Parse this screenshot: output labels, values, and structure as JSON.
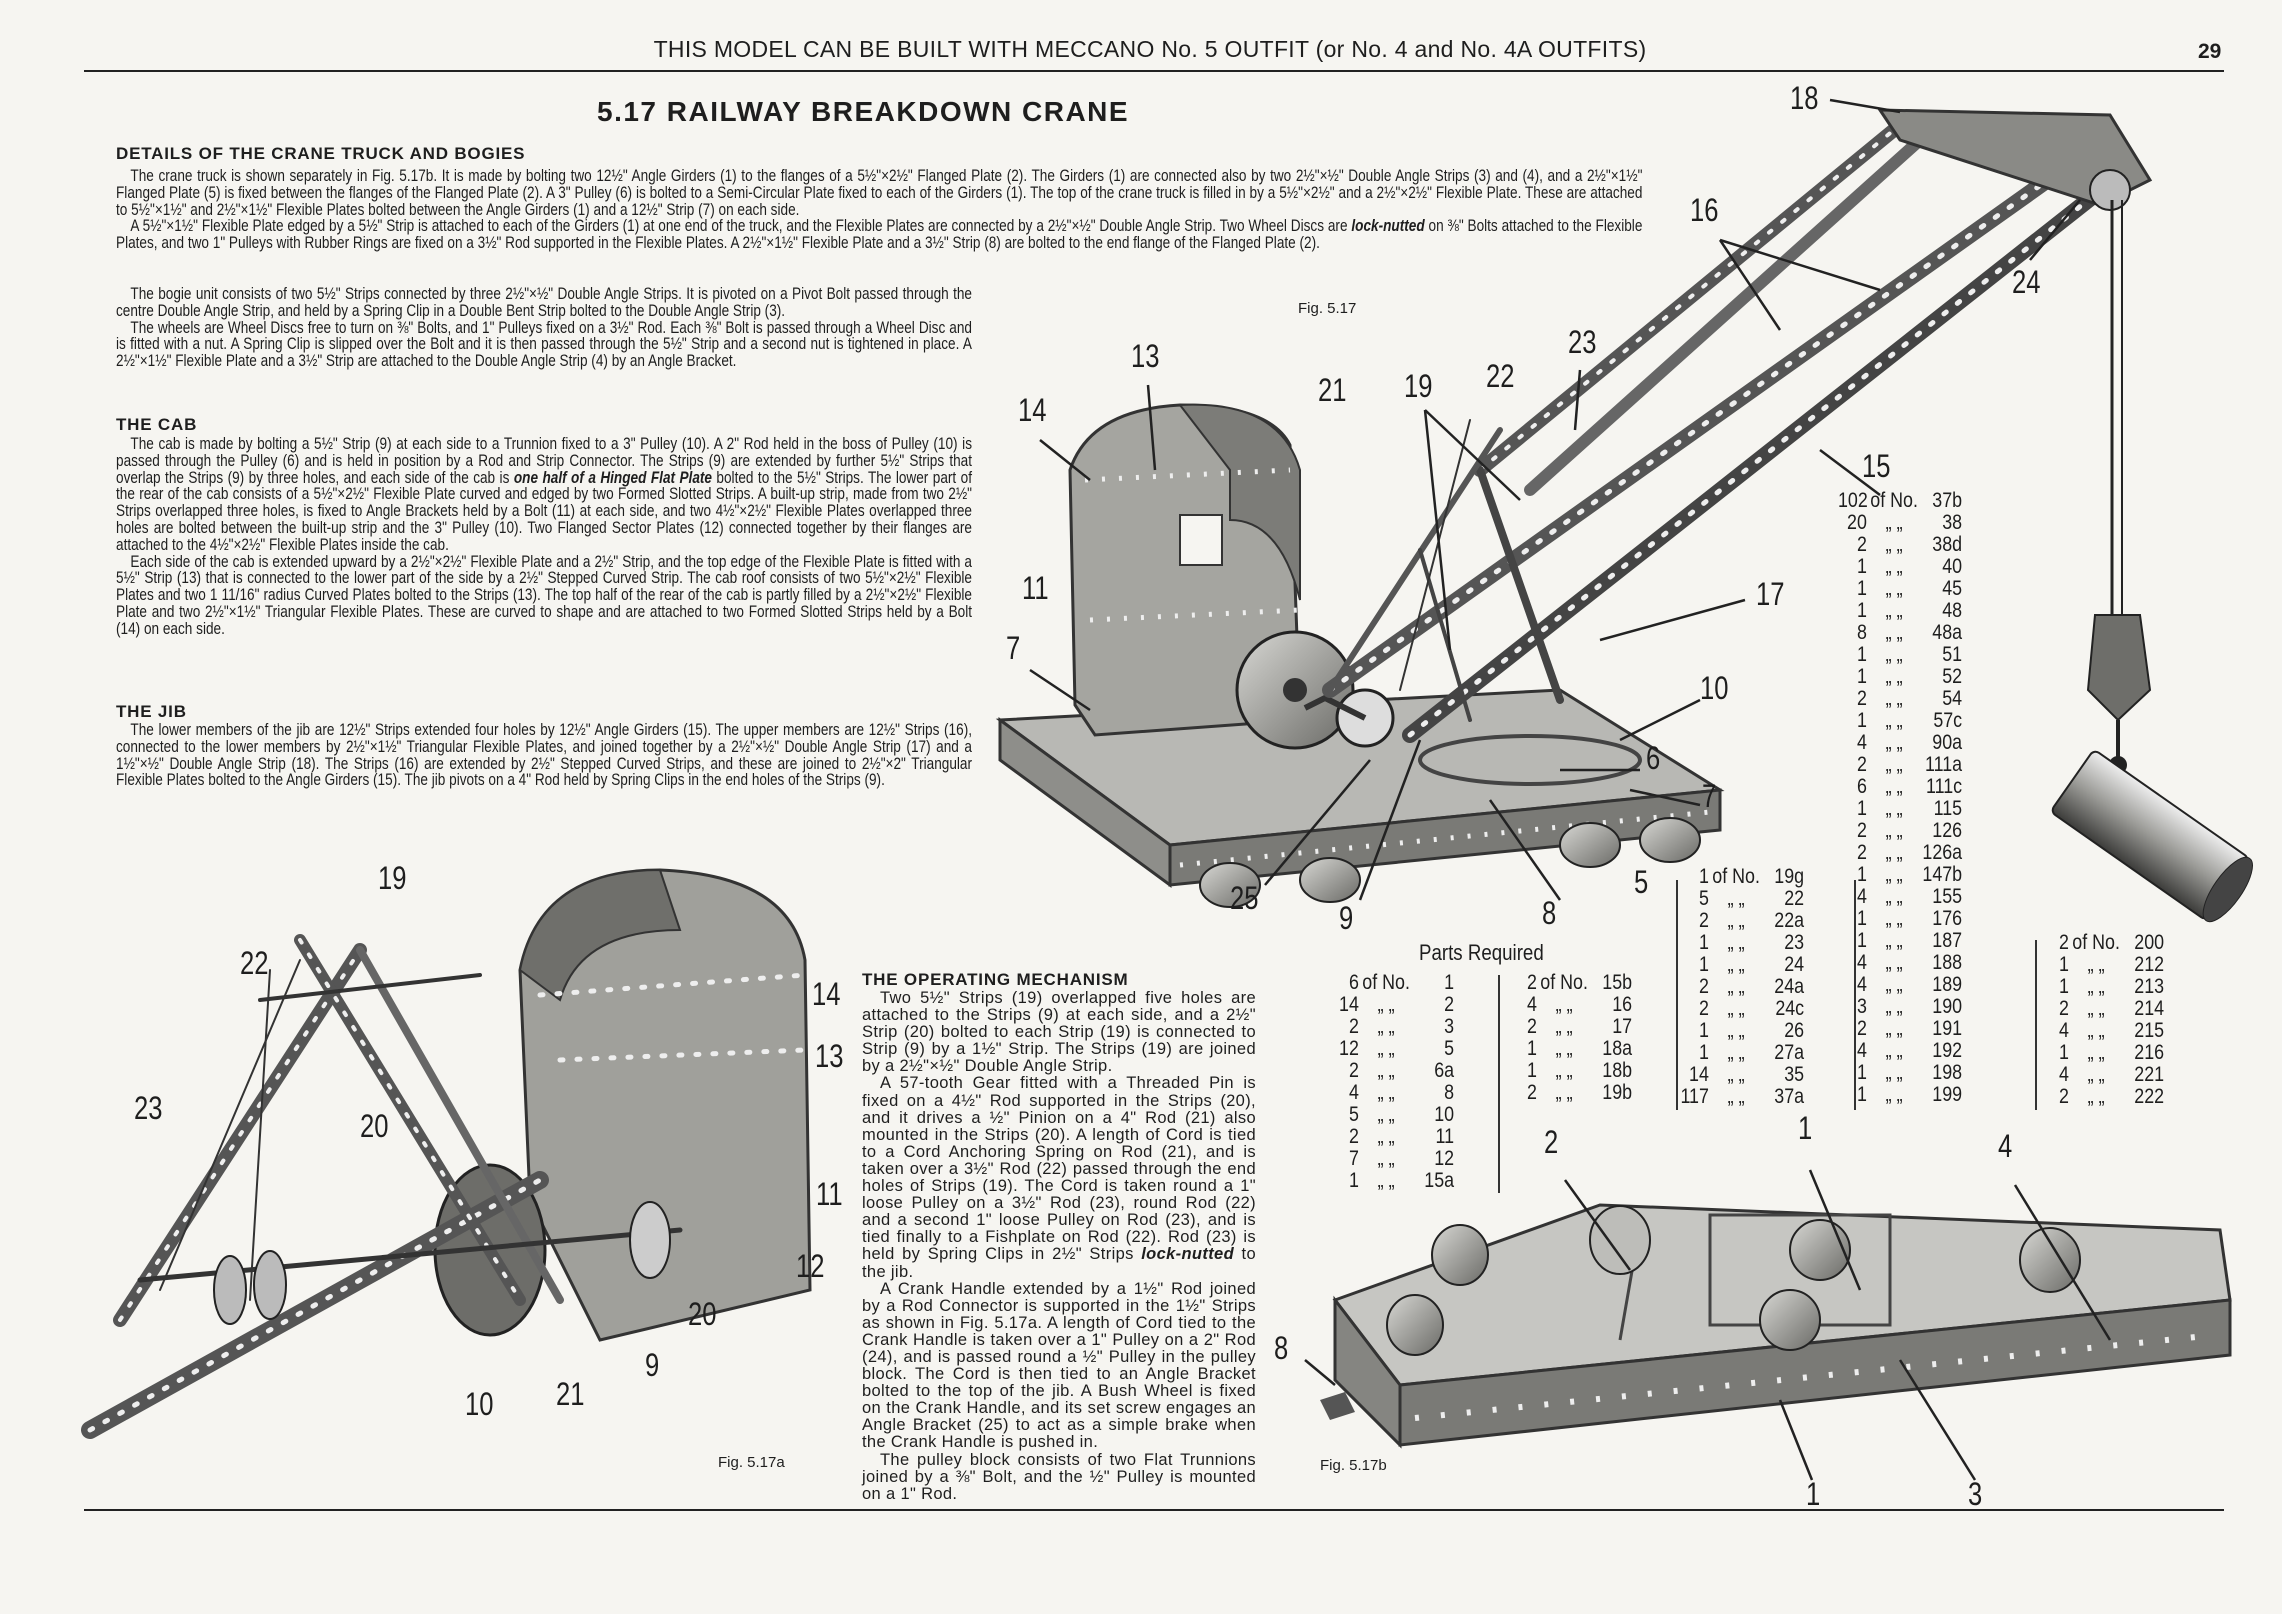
{
  "header": {
    "text": "THIS MODEL CAN BE BUILT WITH MECCANO No. 5 OUTFIT (or No. 4 and No. 4A OUTFITS)",
    "page_number": "29"
  },
  "title": "5.17  RAILWAY BREAKDOWN CRANE",
  "truck": {
    "heading": "DETAILS OF THE CRANE TRUCK AND BOGIES",
    "p1": "The crane truck is shown separately in Fig. 5.17b. It is made by bolting two 12½\" Angle Girders (1) to the flanges of a 5½\"×2½\" Flanged Plate (2). The Girders (1) are connected also by two 2½\"×½\" Double Angle Strips (3) and (4), and a 2½\"×1½\" Flanged Plate (5) is fixed between the flanges of the Flanged Plate (2). A 3\" Pulley (6) is bolted to a Semi-Circular Plate fixed to each of the Girders (1). The top of the crane truck is filled in by a 5½\"×2½\" and a 2½\"×2½\" Flexible Plate. These are attached to 5½\"×1½\" and 2½\"×1½\" Flexible Plates bolted between the Angle Girders (1) and a 12½\" Strip (7) on each side.",
    "p2a": "A 5½\"×1½\" Flexible Plate edged by a 5½\" Strip is attached to each of the Girders (1) at one end of the truck, and the Flexible Plates are connected by a 2½\"×½\" Double Angle Strip. Two Wheel Discs are ",
    "p2em": "lock-nutted",
    "p2b": " on ⅜\" Bolts attached to the Flexible Plates, and two 1\" Pulleys with Rubber Rings are fixed on a 3½\" Rod supported in the Flexible Plates. A 2½\"×1½\" Flexible Plate and a 3½\" Strip (8) are bolted to the end flange of the Flanged Plate (2).",
    "p3": "The bogie unit consists of two 5½\" Strips connected by three 2½\"×½\" Double Angle Strips. It is pivoted on a Pivot Bolt passed through the centre Double Angle Strip, and held by a Spring Clip in a Double Bent Strip bolted to the Double Angle Strip (3).",
    "p4": "The wheels are Wheel Discs free to turn on ⅜\" Bolts, and 1\" Pulleys fixed on a 3½\" Rod. Each ⅜\" Bolt is passed through a Wheel Disc and is fitted with a nut. A Spring Clip is slipped over the Bolt and it is then passed through the 5½\" Strip and a second nut is tightened in place. A 2½\"×1½\" Flexible Plate and a 3½\" Strip are attached to the Double Angle Strip (4) by an Angle Bracket."
  },
  "cab": {
    "heading": "THE CAB",
    "p1a": "The cab is made by bolting a 5½\" Strip (9) at each side to a Trunnion fixed to a 3\" Pulley (10). A 2\" Rod held in the boss of Pulley (10) is passed through the Pulley (6) and is held in position by a Rod and Strip Connector. The Strips (9) are extended by further 5½\" Strips that overlap the Strips (9) by three holes, and each side of the cab is ",
    "p1em": "one half of a Hinged Flat Plate",
    "p1b": " bolted to the 5½\" Strips.  The lower part of the rear of the cab consists of a 5½\"×2½\" Flexible Plate curved and edged by two Formed Slotted Strips. A built-up strip, made from two 2½\" Strips overlapped three holes, is fixed to Angle Brackets held by a Bolt (11) at each side, and two 4½\"×2½\" Flexible Plates overlapped three holes are bolted between the built-up strip and the 3\" Pulley (10). Two Flanged Sector Plates (12) connected together by their flanges are attached to the 4½\"×2½\" Flexible Plates inside the cab.",
    "p2": "Each side of the cab is extended upward by a 2½\"×2½\" Flexible Plate and a 2½\" Strip, and the top edge of the Flexible Plate is fitted with a 5½\" Strip (13) that is connected to the lower part of the side by a 2½\" Stepped Curved Strip. The cab roof consists of two 5½\"×2½\" Flexible Plates and two 1 11/16\" radius Curved Plates bolted to the Strips (13). The top half of the rear of the cab is partly filled by a 2½\"×2½\" Flexible Plate and two 2½\"×1½\" Triangular Flexible Plates. These are curved to shape and are attached to two Formed Slotted Strips held by a Bolt (14) on each side."
  },
  "jib": {
    "heading": "THE JIB",
    "p1": "The lower members of the jib are 12½\" Strips extended four holes by 12½\" Angle Girders (15). The upper members are 12½\" Strips (16), connected to the lower members by 2½\"×1½\" Triangular Flexible Plates, and joined together by a 2½\"×½\" Double Angle Strip (17) and a 1½\"×½\" Double Angle Strip (18). The Strips (16) are extended by 2½\" Stepped Curved Strips, and these are joined to 2½\"×2\" Triangular Flexible Plates bolted to the Angle Girders (15). The jib pivots on a 4\" Rod held by Spring Clips in the end holes of the Strips (9)."
  },
  "mechanism": {
    "heading": "THE OPERATING MECHANISM",
    "p1": "Two 5½\" Strips (19) overlapped five holes are attached to the Strips (9) at each side, and a 2½\" Strip (20) bolted to each Strip (19) is connected to Strip (9) by a 1½\" Strip. The Strips (19) are joined by a 2½\"×½\" Double Angle Strip.",
    "p2a": "A 57-tooth Gear fitted with a Threaded Pin is fixed on a 4½\" Rod supported in the Strips (20), and it drives a ½\" Pinion on a 4\" Rod (21) also mounted in the Strips (20). A length of Cord is tied to a Cord Anchoring Spring on Rod (21), and is taken over a 3½\" Rod (22) passed through the end holes of Strips (19). The Cord is taken round a 1\" loose Pulley on a 3½\" Rod (23), round Rod (22) and a second 1\" loose Pulley on Rod (23), and is tied finally to a Fishplate on Rod (22). Rod (23) is held by Spring Clips in 2½\" Strips ",
    "p2em": "lock-nutted",
    "p2b": " to the jib.",
    "p3": "A Crank Handle extended by a 1½\" Rod joined by a Rod Connector is supported in the 1½\" Strips as shown in Fig. 5.17a. A length of Cord tied to the Crank Handle is taken over a 1\" Pulley on a 2\" Rod (24), and is passed round a ½\" Pulley in the pulley block. The Cord is then tied to an Angle Bracket bolted to the top of the jib. A Bush Wheel is fixed on the Crank Handle, and its set screw engages an Angle Bracket (25) to act as a simple brake when the Crank Handle is pushed in.",
    "p4": "The pulley block consists of two Flat Trunnions joined by a ⅜\" Bolt, and the ½\" Pulley is mounted on a 1\" Rod."
  },
  "figures": {
    "fig_main": "Fig. 5.17",
    "fig_a": "Fig. 5.17a",
    "fig_b": "Fig. 5.17b",
    "main_labels": [
      "18",
      "16",
      "24",
      "23",
      "13",
      "21",
      "19",
      "22",
      "14",
      "15",
      "11",
      "17",
      "7",
      "10",
      "6",
      "7",
      "5",
      "25",
      "9",
      "8"
    ],
    "a_labels": [
      "19",
      "22",
      "14",
      "13",
      "23",
      "20",
      "11",
      "12",
      "20",
      "9",
      "10",
      "21"
    ],
    "b_labels": [
      "2",
      "1",
      "4",
      "8",
      "1",
      "3"
    ]
  },
  "parts": {
    "heading": "Parts Required",
    "of_no": "of No.",
    "ditto": "„   „",
    "columns": [
      [
        [
          "6",
          "1"
        ],
        [
          "14",
          "2"
        ],
        [
          "2",
          "3"
        ],
        [
          "12",
          "5"
        ],
        [
          "2",
          "6a"
        ],
        [
          "4",
          "8"
        ],
        [
          "5",
          "10"
        ],
        [
          "2",
          "11"
        ],
        [
          "7",
          "12"
        ],
        [
          "1",
          "15a"
        ]
      ],
      [
        [
          "2",
          "15b"
        ],
        [
          "4",
          "16"
        ],
        [
          "2",
          "17"
        ],
        [
          "1",
          "18a"
        ],
        [
          "1",
          "18b"
        ],
        [
          "2",
          "19b"
        ]
      ],
      [
        [
          "1",
          "19g"
        ],
        [
          "5",
          "22"
        ],
        [
          "2",
          "22a"
        ],
        [
          "1",
          "23"
        ],
        [
          "1",
          "24"
        ],
        [
          "2",
          "24a"
        ],
        [
          "2",
          "24c"
        ],
        [
          "1",
          "26"
        ],
        [
          "1",
          "27a"
        ],
        [
          "14",
          "35"
        ],
        [
          "117",
          "37a"
        ]
      ],
      [
        [
          "102",
          "37b"
        ],
        [
          "20",
          "38"
        ],
        [
          "2",
          "38d"
        ],
        [
          "1",
          "40"
        ],
        [
          "1",
          "45"
        ],
        [
          "1",
          "48"
        ],
        [
          "8",
          "48a"
        ],
        [
          "1",
          "51"
        ],
        [
          "1",
          "52"
        ],
        [
          "2",
          "54"
        ],
        [
          "1",
          "57c"
        ],
        [
          "4",
          "90a"
        ],
        [
          "2",
          "111a"
        ],
        [
          "6",
          "111c"
        ],
        [
          "1",
          "115"
        ],
        [
          "2",
          "126"
        ],
        [
          "2",
          "126a"
        ],
        [
          "1",
          "147b"
        ],
        [
          "4",
          "155"
        ],
        [
          "1",
          "176"
        ],
        [
          "1",
          "187"
        ],
        [
          "4",
          "188"
        ],
        [
          "4",
          "189"
        ],
        [
          "3",
          "190"
        ],
        [
          "2",
          "191"
        ],
        [
          "4",
          "192"
        ],
        [
          "1",
          "198"
        ],
        [
          "1",
          "199"
        ]
      ],
      [
        [
          "2",
          "200"
        ],
        [
          "1",
          "212"
        ],
        [
          "1",
          "213"
        ],
        [
          "2",
          "214"
        ],
        [
          "4",
          "215"
        ],
        [
          "1",
          "216"
        ],
        [
          "4",
          "221"
        ],
        [
          "2",
          "222"
        ]
      ]
    ]
  }
}
